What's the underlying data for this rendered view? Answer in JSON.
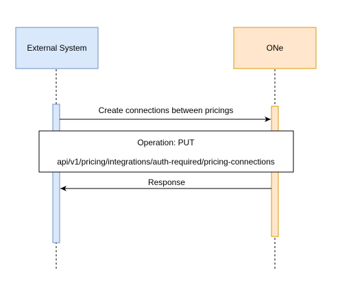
{
  "participants": [
    {
      "name": "External System",
      "fill": "#dae8fc",
      "stroke": "#6c8ebf"
    },
    {
      "name": "ONe",
      "fill": "#ffe6cc",
      "stroke": "#d79b00"
    }
  ],
  "messages": [
    {
      "label": "Create connections between pricings",
      "from": "External System",
      "to": "ONe"
    },
    {
      "label": "Response",
      "from": "ONe",
      "to": "External System"
    }
  ],
  "note": {
    "lines": [
      "Operation: PUT",
      "api/v1/pricing/integrations/auth-required/pricing-connections"
    ]
  },
  "colors": {
    "line": "#000000",
    "lifeline": "#000000"
  }
}
